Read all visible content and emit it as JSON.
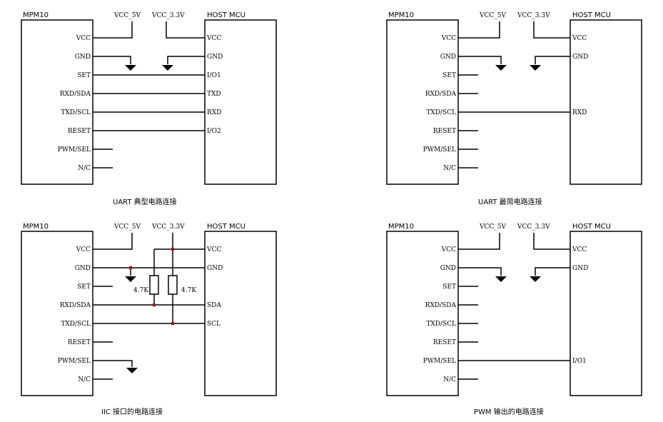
{
  "pins": [
    "VCC",
    "GND",
    "SET",
    "RXD/SDA",
    "TXD/SCL",
    "RESET",
    "PWM/SEL",
    "N/C"
  ],
  "labels": {
    "module": "MPM10",
    "host": "HOST MCU",
    "vcc5": "VCC_5V",
    "vcc33": "VCC_3.3V"
  },
  "diagrams": [
    {
      "id": "uart-typical",
      "caption": "UART 典型电路连接",
      "host_pins": [
        "VCC",
        "GND",
        "I/O1",
        "TXD",
        "RXD",
        "I/O2"
      ]
    },
    {
      "id": "uart-minimal",
      "caption": "UART 最简电路连接",
      "host_pins": [
        "VCC",
        "GND",
        "RXD"
      ]
    },
    {
      "id": "iic",
      "caption": "IIC 接口的电路连接",
      "host_pins": [
        "VCC",
        "GND",
        "SDA",
        "SCL"
      ],
      "resistors": [
        "4.7K",
        "4.7K"
      ]
    },
    {
      "id": "pwm",
      "caption": "PWM 输出的电路连接",
      "host_pins": [
        "VCC",
        "GND",
        "I/O1"
      ]
    }
  ],
  "colors": {
    "wire": "#000000",
    "junction": "#8b1a1a"
  }
}
